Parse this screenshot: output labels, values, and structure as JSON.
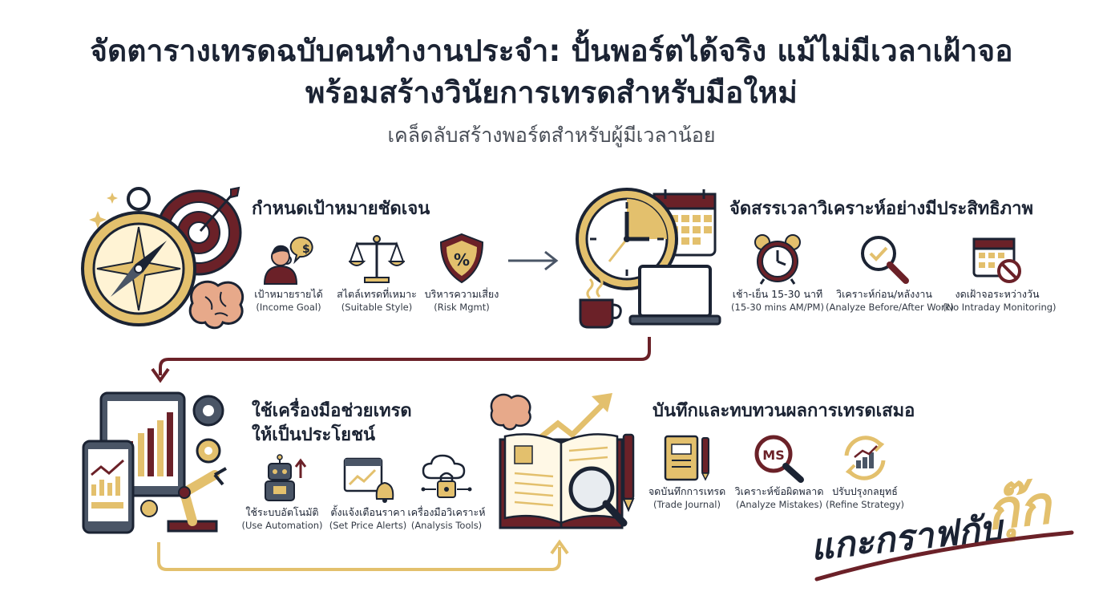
{
  "header": {
    "title_line1": "จัดตารางเทรดฉบับคนทำงานประจำ: ปั้นพอร์ตได้จริง แม้ไม่มีเวลาเฝ้าจอ",
    "title_line2": "พร้อมสร้างวินัยการเทรดสำหรับมือใหม่",
    "subtitle": "เคล็ดลับสร้างพอร์ตสำหรับผู้มีเวลาน้อย"
  },
  "sections": {
    "goals": {
      "heading": "กำหนดเป้าหมายชัดเจน",
      "items": [
        {
          "label": "เป้าหมายรายได้",
          "sub": "(Income Goal)",
          "icon": "person-money-icon"
        },
        {
          "label": "สไตล์เทรดที่เหมาะ",
          "sub": "(Suitable Style)",
          "icon": "scales-icon"
        },
        {
          "label": "บริหารความเสี่ยง",
          "sub": "(Risk Mgmt)",
          "icon": "shield-percent-icon"
        }
      ]
    },
    "time": {
      "heading": "จัดสรรเวลาวิเคราะห์อย่างมีประสิทธิภาพ",
      "items": [
        {
          "label": "เช้า-เย็น 15-30 นาที",
          "sub": "(15-30 mins AM/PM)",
          "icon": "alarm-clock-icon"
        },
        {
          "label": "วิเคราะห์ก่อน/หลังงาน",
          "sub": "(Analyze Before/After Work)",
          "icon": "magnifier-check-icon"
        },
        {
          "label": "งดเฝ้าจอระหว่างวัน",
          "sub": "(No Intraday Monitoring)",
          "icon": "calendar-no-icon"
        }
      ]
    },
    "tools": {
      "heading_line1": "ใช้เครื่องมือช่วยเทรด",
      "heading_line2": "ให้เป็นประโยชน์",
      "items": [
        {
          "label": "ใช้ระบบอัตโนมัติ",
          "sub": "(Use Automation)",
          "icon": "robot-icon"
        },
        {
          "label": "ตั้งแจ้งเตือนราคา",
          "sub": "(Set Price Alerts)",
          "icon": "price-alert-icon"
        },
        {
          "label": "เครื่องมือวิเคราะห์",
          "sub": "(Analysis Tools)",
          "icon": "cloud-lock-icon"
        }
      ]
    },
    "journal": {
      "heading": "บันทึกและทบทวนผลการเทรดเสมอ",
      "items": [
        {
          "label": "จดบันทึกการเทรด",
          "sub": "(Trade Journal)",
          "icon": "notebook-pen-icon"
        },
        {
          "label": "วิเคราะห์ข้อผิดพลาด",
          "sub": "(Analyze Mistakes)",
          "icon": "ms-magnifier-icon",
          "badge": "MS"
        },
        {
          "label": "ปรับปรุงกลยุทธ์",
          "sub": "(Refine Strategy)",
          "icon": "refresh-chart-icon"
        }
      ]
    }
  },
  "brand": {
    "part1": "แกะกราฟกับ",
    "part2": "กุ๊ก"
  },
  "colors": {
    "navy": "#1b2333",
    "gold": "#e3c06d",
    "maroon": "#6b2128",
    "slate": "#4a5566"
  }
}
